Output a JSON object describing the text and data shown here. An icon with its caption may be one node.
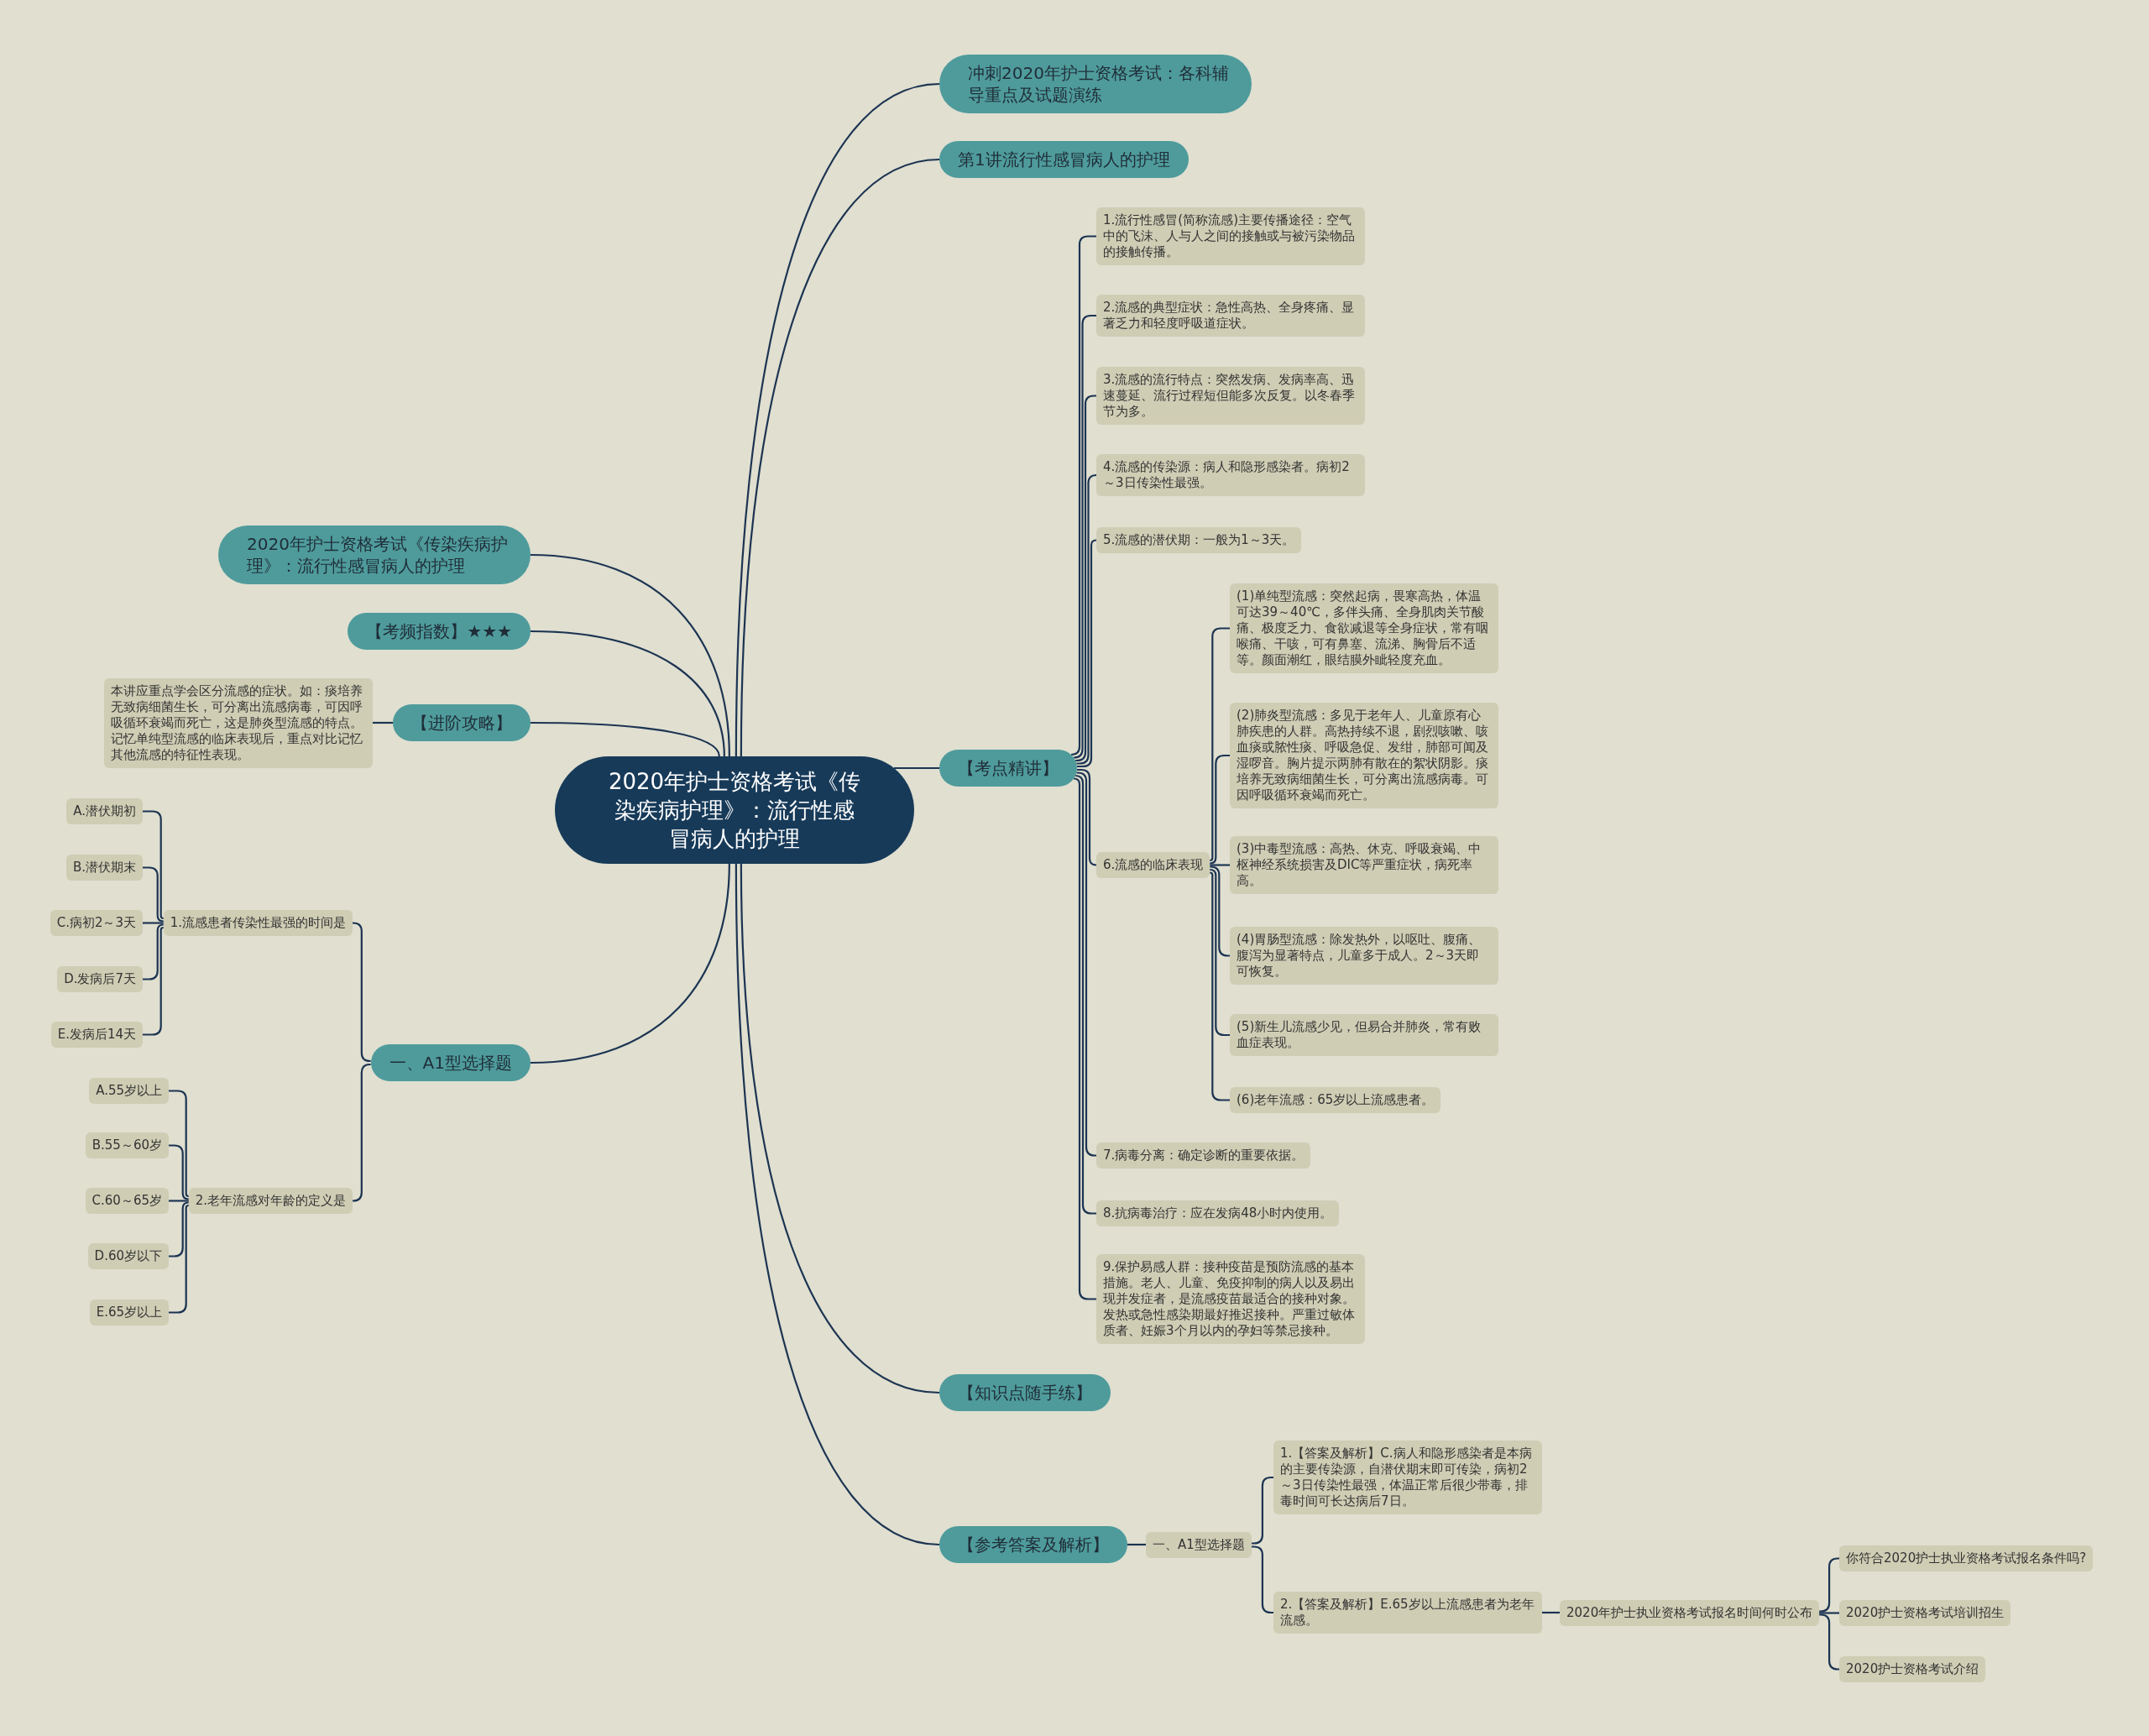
{
  "diagram": {
    "nodes": [
      {
        "text": [
          "2020年护士资格考试《传染疾病护理》：流行性感冒病人的护理"
        ]
      },
      {
        "text": [
          "冲刺2020年护士资格考试：各科辅导重点及试题演练"
        ]
      },
      {
        "text": [
          "第1讲流行性感冒病人的护理"
        ]
      },
      {
        "text": [
          "【考点精讲】"
        ]
      },
      {
        "text": [
          "1.流行性感冒(简称流感)主要传播途径：空气中的飞沫、人与人之间的接触或与被污染物品的接触传播。"
        ]
      },
      {
        "text": [
          "2.流感的典型症状：急性高热、全身疼痛、显著乏力和轻度呼吸道症状。"
        ]
      },
      {
        "text": [
          "3.流感的流行特点：突然发病、发病率高、迅速蔓延、流行过程短但能多次反复。以冬春季节为多。"
        ]
      },
      {
        "text": [
          "4.流感的传染源：病人和隐形感染者。病初2～3日传染性最强。"
        ]
      },
      {
        "text": [
          "5.流感的潜伏期：一般为1～3天。"
        ]
      },
      {
        "text": [
          "6.流感的临床表现"
        ]
      },
      {
        "text": [
          "(1)单纯型流感：突然起病，畏寒高热，体温可达39～40℃，多伴头痛、全身肌肉关节酸痛、极度乏力、食欲减退等全身症状，常有咽喉痛、干咳，可有鼻塞、流涕、胸骨后不适等。颜面潮红，眼结膜外眦轻度充血。"
        ]
      },
      {
        "text": [
          "(2)肺炎型流感：多见于老年人、儿童原有心肺疾患的人群。高热持续不退，剧烈咳嗽、咳血痰或脓性痰、呼吸急促、发绀，肺部可闻及湿啰音。胸片提示两肺有散在的絮状阴影。痰培养无致病细菌生长，可分离出流感病毒。可因呼吸循环衰竭而死亡。"
        ]
      },
      {
        "text": [
          "(3)中毒型流感：高热、休克、呼吸衰竭、中枢神经系统损害及DIC等严重症状，病死率高。"
        ]
      },
      {
        "text": [
          "(4)胃肠型流感：除发热外，以呕吐、腹痛、腹泻为显著特点，儿童多于成人。2～3天即可恢复。"
        ]
      },
      {
        "text": [
          "(5)新生儿流感少见，但易合并肺炎，常有败血症表现。"
        ]
      },
      {
        "text": [
          "(6)老年流感：65岁以上流感患者。"
        ]
      },
      {
        "text": [
          "7.病毒分离：确定诊断的重要依据。"
        ]
      },
      {
        "text": [
          "8.抗病毒治疗：应在发病48小时内使用。"
        ]
      },
      {
        "text": [
          "9.保护易感人群：接种疫苗是预防流感的基本措施。老人、儿童、免疫抑制的病人以及易出现并发症者，是流感疫苗最适合的接种对象。发热或急性感染期最好推迟接种。严重过敏体质者、妊娠3个月以内的孕妇等禁忌接种。"
        ]
      },
      {
        "text": [
          "【知识点随手练】"
        ]
      },
      {
        "text": [
          "【参考答案及解析】"
        ]
      },
      {
        "text": [
          "一、A1型选择题"
        ]
      },
      {
        "text": [
          "1.【答案及解析】C.病人和隐形感染者是本病的主要传染源，自潜伏期末即可传染，病初2～3日传染性最强，体温正常后很少带毒，排毒时间可长达病后7日。"
        ]
      },
      {
        "text": [
          "2.【答案及解析】E.65岁以上流感患者为老年流感。"
        ]
      },
      {
        "text": [
          "2020年护士执业资格考试报名时间何时公布"
        ]
      },
      {
        "text": [
          "你符合2020护士执业资格考试报名条件吗?"
        ]
      },
      {
        "text": [
          "2020护士资格考试培训招生"
        ]
      },
      {
        "text": [
          "2020护士资格考试介绍"
        ]
      },
      {
        "text": [
          "2020年护士资格考试《传染疾病护理》：流行性感冒病人的护理"
        ]
      },
      {
        "text": [
          "【考频指数】★★★"
        ]
      },
      {
        "text": [
          "【进阶攻略】"
        ]
      },
      {
        "text": [
          "本讲应重点学会区分流感的症状。如：痰培养无致病细菌生长，可分离出流感病毒，可因呼吸循环衰竭而死亡，这是肺炎型流感的特点。记忆单纯型流感的临床表现后，重点对比记忆其他流感的特征性表现。"
        ]
      },
      {
        "text": [
          "一、A1型选择题"
        ]
      },
      {
        "text": [
          "1.流感患者传染性最强的时间是"
        ]
      },
      {
        "text": [
          "A.潜伏期初"
        ]
      },
      {
        "text": [
          "B.潜伏期末"
        ]
      },
      {
        "text": [
          "C.病初2～3天"
        ]
      },
      {
        "text": [
          "D.发病后7天"
        ]
      },
      {
        "text": [
          "E.发病后14天"
        ]
      },
      {
        "text": [
          "2.老年流感对年龄的定义是"
        ]
      },
      {
        "text": [
          "A.55岁以上"
        ]
      },
      {
        "text": [
          "B.55～60岁"
        ]
      },
      {
        "text": [
          "C.60～65岁"
        ]
      },
      {
        "text": [
          "D.60岁以下"
        ]
      },
      {
        "text": [
          "E.65岁以上"
        ]
      }
    ],
    "edges": [
      {
        "from": 0,
        "to": 1,
        "arrow": "none"
      },
      {
        "from": 0,
        "to": 2,
        "arrow": "none"
      },
      {
        "from": 0,
        "to": 3,
        "arrow": "none"
      },
      {
        "from": 3,
        "to": 4,
        "arrow": "none"
      },
      {
        "from": 3,
        "to": 5,
        "arrow": "none"
      },
      {
        "from": 3,
        "to": 6,
        "arrow": "none"
      },
      {
        "from": 3,
        "to": 7,
        "arrow": "none"
      },
      {
        "from": 3,
        "to": 8,
        "arrow": "none"
      },
      {
        "from": 3,
        "to": 9,
        "arrow": "none"
      },
      {
        "from": 9,
        "to": 10,
        "arrow": "none"
      },
      {
        "from": 9,
        "to": 11,
        "arrow": "none"
      },
      {
        "from": 9,
        "to": 12,
        "arrow": "none"
      },
      {
        "from": 9,
        "to": 13,
        "arrow": "none"
      },
      {
        "from": 9,
        "to": 14,
        "arrow": "none"
      },
      {
        "from": 9,
        "to": 15,
        "arrow": "none"
      },
      {
        "from": 3,
        "to": 16,
        "arrow": "none"
      },
      {
        "from": 3,
        "to": 17,
        "arrow": "none"
      },
      {
        "from": 3,
        "to": 18,
        "arrow": "none"
      },
      {
        "from": 0,
        "to": 19,
        "arrow": "none"
      },
      {
        "from": 0,
        "to": 20,
        "arrow": "none"
      },
      {
        "from": 20,
        "to": 21,
        "arrow": "none"
      },
      {
        "from": 21,
        "to": 22,
        "arrow": "none"
      },
      {
        "from": 21,
        "to": 23,
        "arrow": "none"
      },
      {
        "from": 23,
        "to": 24,
        "arrow": "none"
      },
      {
        "from": 24,
        "to": 25,
        "arrow": "none"
      },
      {
        "from": 24,
        "to": 26,
        "arrow": "none"
      },
      {
        "from": 24,
        "to": 27,
        "arrow": "none"
      },
      {
        "from": 0,
        "to": 28,
        "arrow": "none"
      },
      {
        "from": 0,
        "to": 29,
        "arrow": "none"
      },
      {
        "from": 0,
        "to": 30,
        "arrow": "none"
      },
      {
        "from": 30,
        "to": 31,
        "arrow": "none"
      },
      {
        "from": 0,
        "to": 32,
        "arrow": "none"
      },
      {
        "from": 32,
        "to": 33,
        "arrow": "none"
      },
      {
        "from": 33,
        "to": 34,
        "arrow": "none"
      },
      {
        "from": 33,
        "to": 35,
        "arrow": "none"
      },
      {
        "from": 33,
        "to": 36,
        "arrow": "none"
      },
      {
        "from": 33,
        "to": 37,
        "arrow": "none"
      },
      {
        "from": 33,
        "to": 38,
        "arrow": "none"
      },
      {
        "from": 32,
        "to": 39,
        "arrow": "none"
      },
      {
        "from": 39,
        "to": 40,
        "arrow": "none"
      },
      {
        "from": 39,
        "to": 41,
        "arrow": "none"
      },
      {
        "from": 39,
        "to": 42,
        "arrow": "none"
      },
      {
        "from": 39,
        "to": 43,
        "arrow": "none"
      },
      {
        "from": 39,
        "to": 44,
        "arrow": "none"
      }
    ]
  }
}
